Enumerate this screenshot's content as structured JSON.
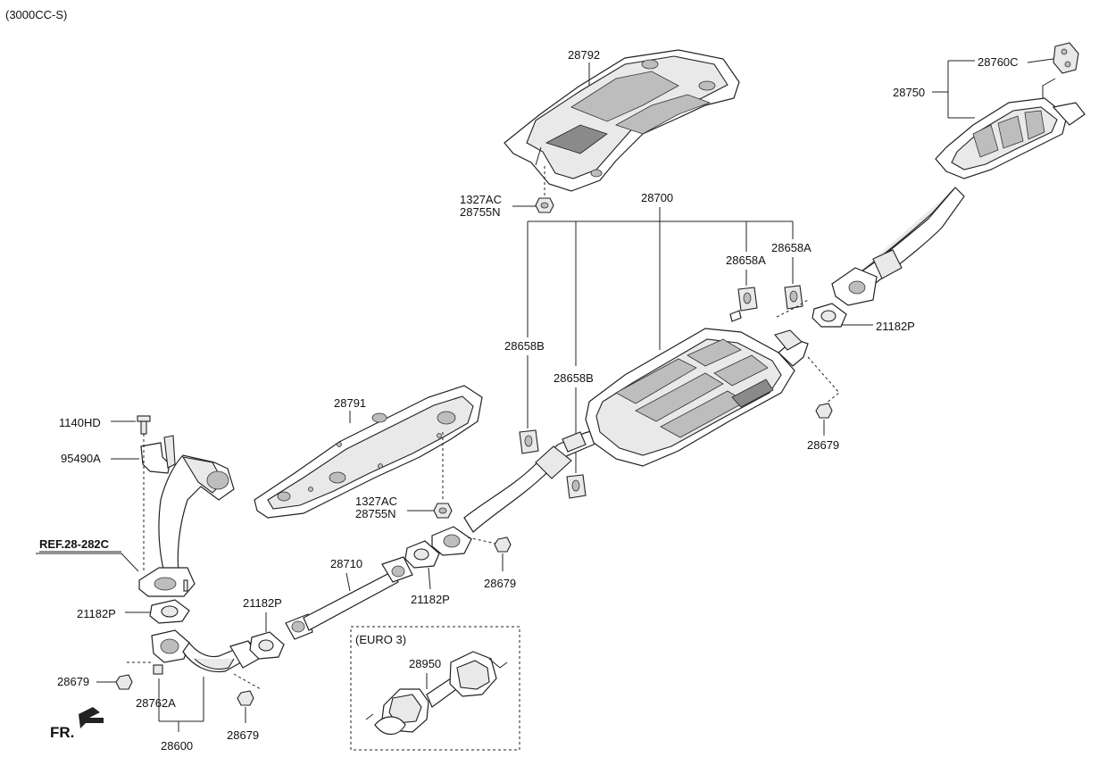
{
  "header": {
    "engine_note": "(3000CC-S)"
  },
  "inset": {
    "title": "(EURO 3)"
  },
  "direction": {
    "label": "FR."
  },
  "reference": {
    "label": "REF.28-282C"
  },
  "callouts": {
    "c28792": "28792",
    "c1327ac_top": "1327AC",
    "c28755n_top": "28755N",
    "c28700": "28700",
    "c28658a_1": "28658A",
    "c28658a_2": "28658A",
    "c28658b_1": "28658B",
    "c28658b_2": "28658B",
    "c21182p_right": "21182P",
    "c28679_right": "28679",
    "c28760c": "28760C",
    "c28750": "28750",
    "c28791": "28791",
    "c1327ac_mid": "1327AC",
    "c28755n_mid": "28755N",
    "c1140hd": "1140HD",
    "c95490a": "95490A",
    "c21182p_left": "21182P",
    "c28679_left": "28679",
    "c28762a": "28762A",
    "c28600": "28600",
    "c28679_bottom": "28679",
    "c21182p_mid": "21182P",
    "c28710": "28710",
    "c21182p_center": "21182P",
    "c28679_center": "28679",
    "c28950": "28950"
  }
}
